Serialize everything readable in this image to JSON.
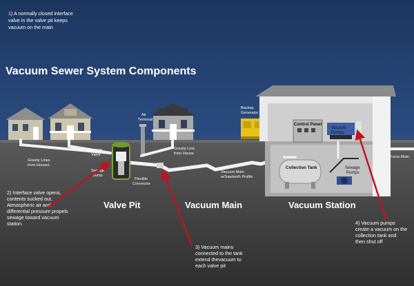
{
  "title": "Vacuum Sewer System Components",
  "notes": {
    "n1": [
      "1) A normally closed interface",
      "valve in the valve pit keeps",
      "vacuum on the main"
    ],
    "n2": [
      "2) Interface valve opens,",
      "contents sucked out.",
      "Atmospheric air and",
      "differential pressure propels",
      "sewage toward vacuum",
      "station."
    ],
    "n3": [
      "3) Vacuum mains",
      "connected to the tank",
      "extend thevacuum to",
      "each valve pit"
    ],
    "n4": [
      "4) Vacuum pumps",
      "create a vacuum on the",
      "collection tank and",
      "then shut off"
    ]
  },
  "sections": {
    "valve_pit": "Valve Pit",
    "vacuum_main": "Vacuum Main",
    "vacuum_station": "Vacuum Station"
  },
  "labels": {
    "vacuum_valve": [
      "Vacuum",
      "Valve"
    ],
    "gravity_lines": [
      "Gravity Lines",
      "from Houses"
    ],
    "sewage_sump": [
      "Sewage",
      "Sump"
    ],
    "air_terminal": [
      "Air",
      "Terminal"
    ],
    "gravity_line": [
      "Gravity Line",
      "from House"
    ],
    "flexible_connector": [
      "Flexible",
      "Connector"
    ],
    "vacuum_main_profile": [
      "Vacuum Main",
      "w/Sawtooth Profile"
    ],
    "backup_generator": [
      "Backup",
      "Generator"
    ],
    "control_panel": "Control Panel",
    "vacuum_pumps": [
      "Vacuum",
      "Pumps"
    ],
    "collection_tank": "Collection Tank",
    "sewage_pumps": [
      "Sewage",
      "Pumps"
    ],
    "force_main": "Force Main"
  },
  "colors": {
    "sky": "#1f3a68",
    "ground": "#4a4a4a",
    "pipe": "#f2f2f2",
    "arrow": "#c0141b",
    "generator": "#e8c21a"
  }
}
